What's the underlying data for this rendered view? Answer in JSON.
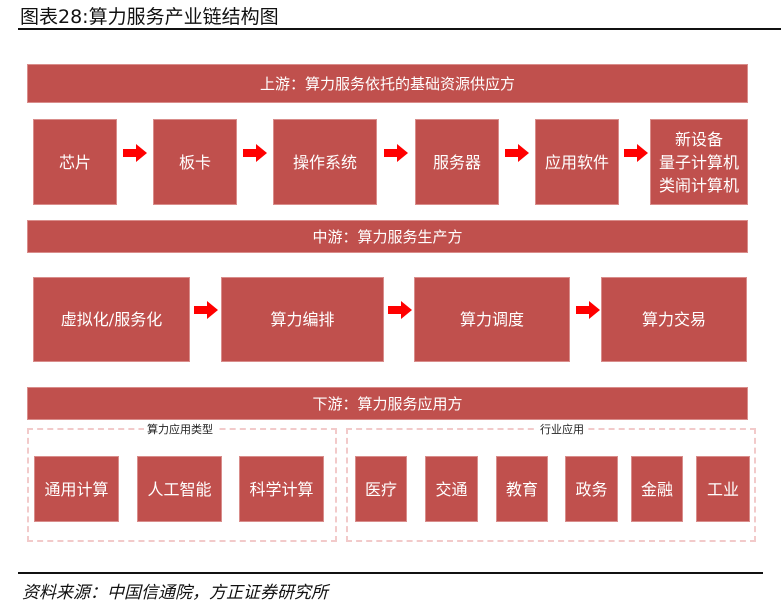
{
  "title": "图表28:算力服务产业链结构图",
  "upstream": {
    "label": "上游：算力服务依托的基础资源供应方",
    "items": [
      "芯片",
      "板卡",
      "操作系统",
      "服务器",
      "应用软件"
    ],
    "new_devices": [
      "新设备",
      "量子计算机",
      "类闹计算机"
    ]
  },
  "midstream": {
    "label": "中游：算力服务生产方",
    "items": [
      "虚拟化/服务化",
      "算力编排",
      "算力调度",
      "算力交易"
    ]
  },
  "downstream": {
    "label": "下游：算力服务应用方",
    "types_label": "算力应用类型",
    "types": [
      "通用计算",
      "人工智能",
      "科学计算"
    ],
    "industry_label": "行业应用",
    "industries": [
      "医疗",
      "交通",
      "教育",
      "政务",
      "金融",
      "工业"
    ]
  },
  "source": "资料来源：中国信通院，方正证券研究所",
  "colors": {
    "block": "#C0504D",
    "arrow": "#FF0000"
  }
}
